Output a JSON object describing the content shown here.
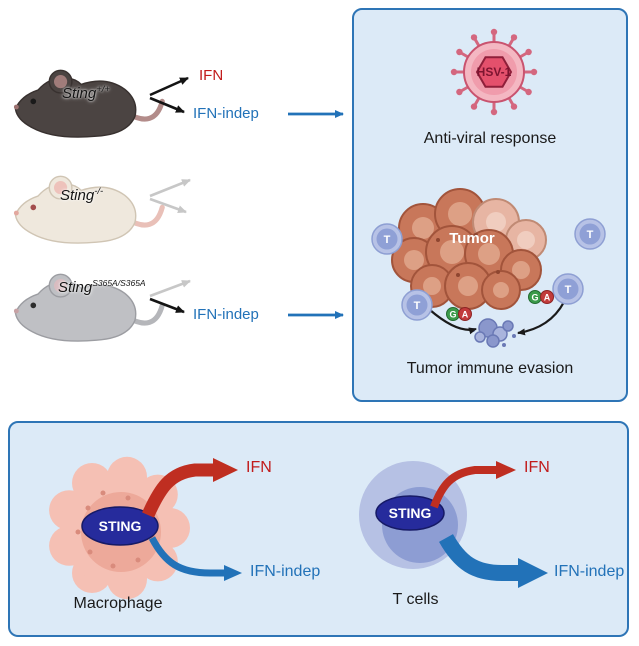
{
  "top_section": {
    "mice": [
      {
        "name": "Sting",
        "genotype": "+/+",
        "ifn": "IFN",
        "ifn_indep": "IFN-indep"
      },
      {
        "name": "Sting",
        "genotype": "-/-"
      },
      {
        "name": "Sting",
        "genotype": "S365A/S365A",
        "ifn_indep": "IFN-indep"
      }
    ]
  },
  "right_panel": {
    "virus_label": "HSV-1",
    "antiviral_caption": "Anti-viral response",
    "tumor_label": "Tumor",
    "t_label": "T",
    "badge_g": "G",
    "badge_a": "A",
    "evasion_caption": "Tumor immune evasion"
  },
  "bottom_panel": {
    "macrophage": {
      "caption": "Macrophage",
      "sting": "STING",
      "ifn": "IFN",
      "ifn_indep": "IFN-indep"
    },
    "t_cells": {
      "caption": "T cells",
      "sting": "STING",
      "ifn": "IFN",
      "ifn_indep": "IFN-indep"
    }
  },
  "colors": {
    "accent_blue": "#2e75b6",
    "ifn_red": "#c11b1b",
    "ifn_indep_blue": "#2272b8",
    "panel_bg": "#dceaf7",
    "sting_blue": "#262b9c"
  }
}
